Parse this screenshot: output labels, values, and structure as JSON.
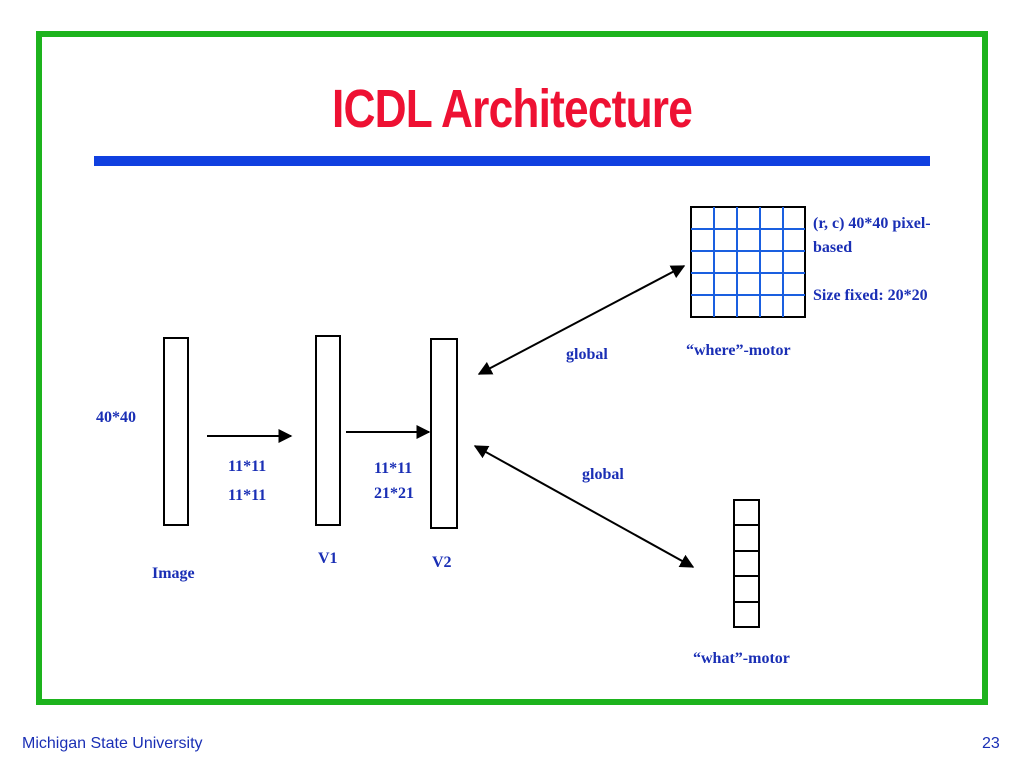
{
  "slide": {
    "title": "ICDL Architecture",
    "footer_left": "Michigan State University",
    "page_number": "23"
  },
  "diagram": {
    "image_size": "40*40",
    "image_label": "Image",
    "v1_label": "V1",
    "v2_label": "V2",
    "image_v1_rf1": "11*11",
    "image_v1_rf2": "11*11",
    "v1_v2_rf1": "11*11",
    "v1_v2_rf2": "21*21",
    "global_where": "global",
    "global_what": "global",
    "where_motor_label": "“where”-motor",
    "where_desc_line1": "(r, c) 40*40 pixel-",
    "where_desc_line2": "based",
    "where_size": "Size fixed: 20*20",
    "what_motor_label": "“what”-motor"
  },
  "colors": {
    "frame": "#1db31d",
    "title": "#ee1133",
    "rule": "#1040e0",
    "text": "#1a2fb5",
    "grid": "#1a5fe0"
  }
}
